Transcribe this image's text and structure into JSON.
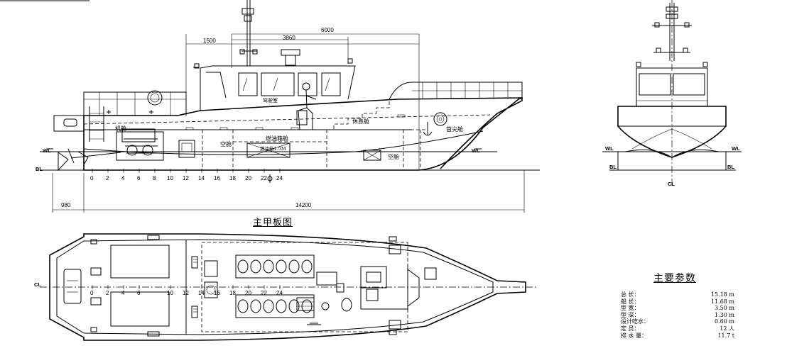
{
  "profile": {
    "dims": {
      "d1500": "1500",
      "d3860": "3860",
      "d6000": "6000",
      "d980": "980",
      "d14200": "14200"
    },
    "rooms": {
      "engine": "机舱",
      "void_aft": "空舱",
      "wheelhouse": "驾驶室",
      "fuel_tank": "燃油箱舱",
      "fuel_box": "燃油箱1.5M",
      "rest_room": "休息舱",
      "bow_compartment": "首尖舱",
      "void_fwd": "空舱"
    },
    "wl": "WL",
    "bl": "BL",
    "frames": [
      "0",
      "2",
      "4",
      "6",
      "8",
      "10",
      "12",
      "14",
      "16",
      "18",
      "20",
      "22",
      "24"
    ]
  },
  "front_view": {
    "wl_left": "WL",
    "wl_right": "WL",
    "bl_left": "BL",
    "bl_right": "BL",
    "cl": "CL"
  },
  "deck_plan": {
    "title": "主甲板图",
    "cl": "CL",
    "frames": [
      "0",
      "2",
      "4",
      "6",
      "10",
      "12",
      "14",
      "16",
      "18",
      "20",
      "22",
      "24"
    ]
  },
  "params": {
    "title": "主要参数",
    "rows": [
      {
        "label": "总 长：",
        "value": "15.18 m"
      },
      {
        "label": "船 长：",
        "value": "11.68 m"
      },
      {
        "label": "型 宽：",
        "value": "3.50 m"
      },
      {
        "label": "型 深：",
        "value": "1.30 m"
      },
      {
        "label": "设计吃水：",
        "value": "0.60 m"
      },
      {
        "label": "定 员：",
        "value": "12 人"
      },
      {
        "label": "排 水 量：",
        "value": "11.7 t"
      }
    ]
  }
}
